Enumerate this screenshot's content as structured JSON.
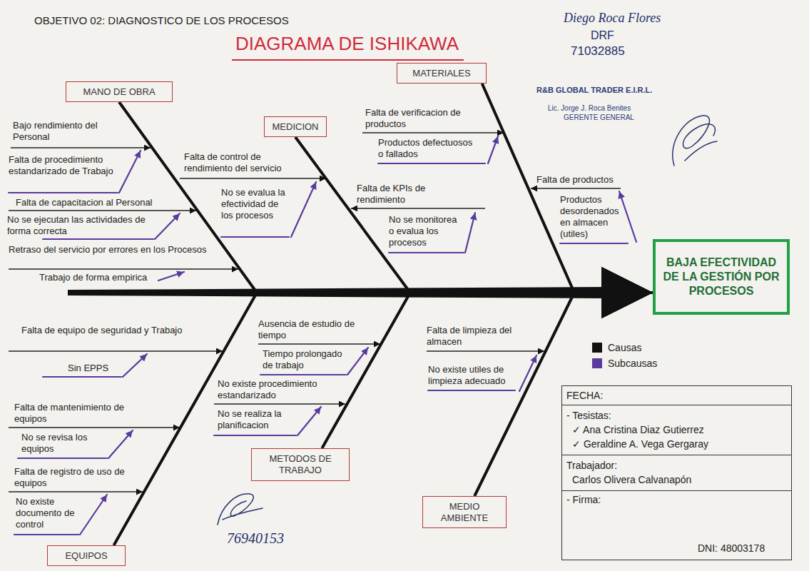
{
  "diagram": {
    "title": "DIAGRAMA DE ISHIKAWA",
    "nodes": [
      {
        "text": [
          "MANO DE OBRA"
        ]
      },
      {
        "text": [
          "MEDICION"
        ]
      },
      {
        "text": [
          "MATERIALES"
        ]
      },
      {
        "text": [
          "BAJA EFECTIVIDAD DE LA GESTIÓN POR PROCESOS"
        ]
      },
      {
        "text": [
          "EQUIPOS"
        ]
      },
      {
        "text": [
          "METODOS DE TRABAJO"
        ]
      },
      {
        "text": [
          "MEDIO AMBIENTE"
        ]
      },
      {
        "text": [
          "FECHA:",
          "- Tesistas:",
          "✓ Ana Cristina Diaz Gutierrez",
          "✓ Geraldine A. Vega Gergaray",
          "Trabajador:",
          "Carlos Olivera Calvanapón",
          "- Firma:",
          "DNI: 48003178"
        ]
      }
    ],
    "edges": [
      {
        "from": 0,
        "to": 3,
        "arrow": "to"
      },
      {
        "from": 1,
        "to": 3,
        "arrow": "to"
      },
      {
        "from": 2,
        "to": 3,
        "arrow": "to"
      },
      {
        "from": 4,
        "to": 3,
        "arrow": "to"
      },
      {
        "from": 5,
        "to": 3,
        "arrow": "to"
      },
      {
        "from": 6,
        "to": 3,
        "arrow": "to"
      }
    ],
    "labels": [
      "OBJETIVO 02: DIAGNOSTICO DE LOS PROCESOS",
      "Diego Roca Flores",
      "DRF",
      "71032885",
      "R&B GLOBAL TRADER E.I.R.L.",
      "Lic. Jorge J. Roca Benites",
      "GERENTE GENERAL",
      "Bajo rendimiento del Personal",
      "Falta de procedimiento estandarizado de Trabajo",
      "Falta de capacitacion al Personal",
      "No se ejecutan las actividades de forma correcta",
      "Retraso del servicio por errores en los Procesos",
      "Trabajo de forma empirica",
      "Falta de control de rendimiento del servicio",
      "No se evalua la efectividad de los procesos",
      "Falta de verificacion de productos",
      "Productos defectuosos o fallados",
      "Falta de KPIs de rendimiento",
      "No se monitorea o evalua los procesos",
      "Falta de productos",
      "Productos desordenados en almacen (utiles)",
      "Falta de equipo de seguridad y Trabajo",
      "Sin EPPS",
      "Falta de mantenimiento de equipos",
      "No se revisa los equipos",
      "Falta de registro de uso de equipos",
      "No existe documento de control",
      "Ausencia de estudio de tiempo",
      "Tiempo prolongado de trabajo",
      "No existe procedimiento estandarizado",
      "No se realiza la planificacion",
      "Falta de limpieza del almacen",
      "No existe utiles de limpieza adecuado",
      "76940153"
    ],
    "legend": [
      {
        "text": "Causas",
        "color": "#111111"
      },
      {
        "text": "Subcausas",
        "color": "#5b3a9e"
      }
    ]
  }
}
